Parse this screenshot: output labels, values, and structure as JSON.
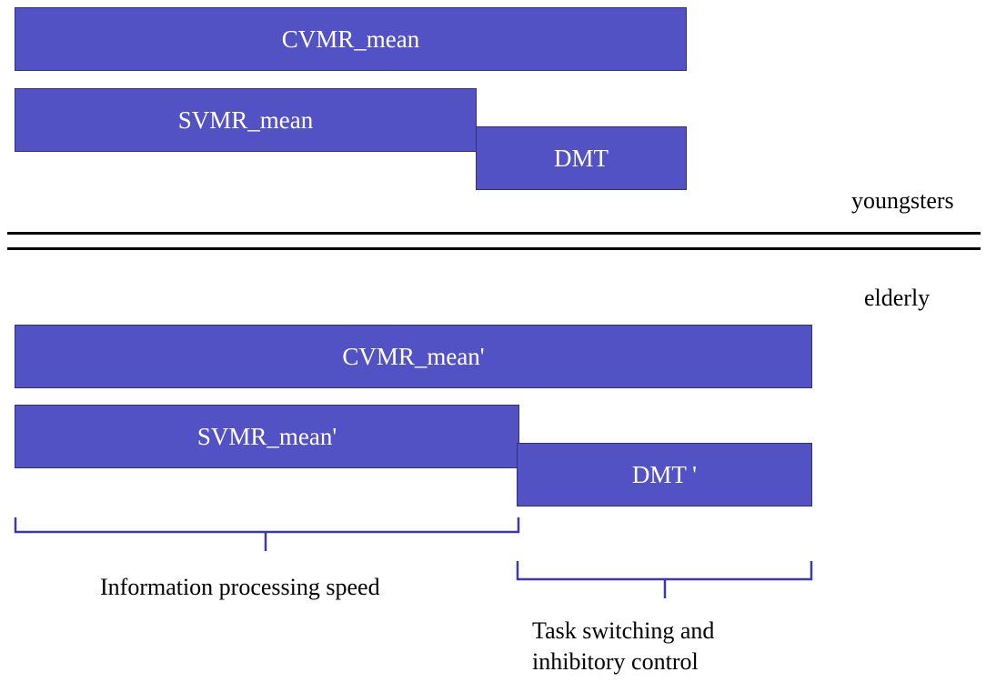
{
  "youngsters": {
    "group_label": "youngsters",
    "cvmr_label": "CVMR_mean",
    "svmr_label": "SVMR_mean",
    "dmt_label": "DMT"
  },
  "elderly": {
    "group_label": "elderly",
    "cvmr_label": "CVMR_mean'",
    "svmr_label": "SVMR_mean'",
    "dmt_label": "DMT '"
  },
  "braces": {
    "speed_label": "Information processing speed",
    "switching_label_line1": "Task switching and",
    "switching_label_line2": "inhibitory control"
  },
  "colors": {
    "bar_fill": "#5352c4",
    "bar_text": "#ffffff",
    "brace": "#3b3aa8"
  }
}
